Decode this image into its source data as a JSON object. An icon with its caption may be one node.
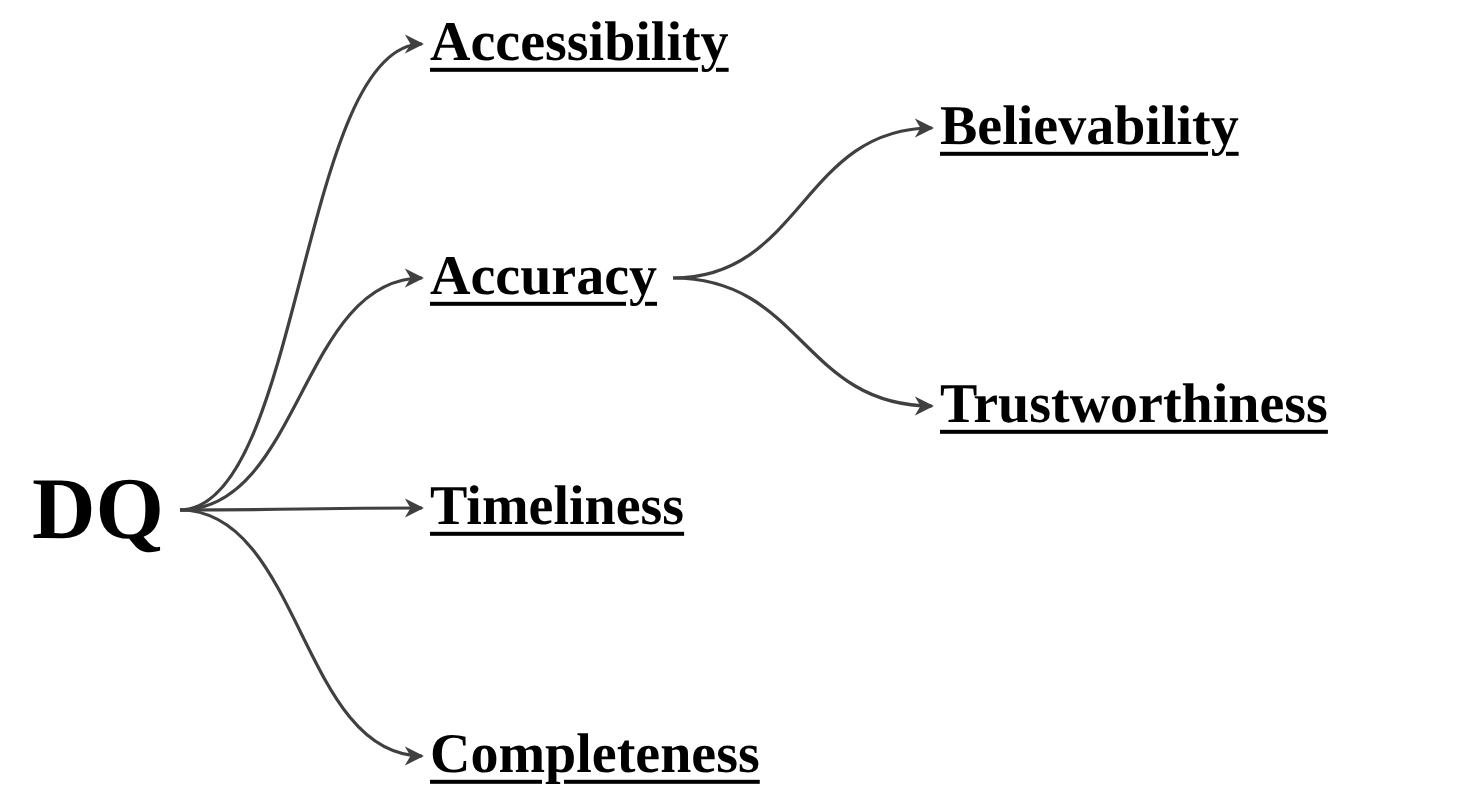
{
  "diagram": {
    "nodes": [
      {
        "text": [
          "DQ"
        ]
      },
      {
        "text": [
          "Accessibility"
        ]
      },
      {
        "text": [
          "Accuracy"
        ]
      },
      {
        "text": [
          "Believability"
        ]
      },
      {
        "text": [
          "Trustworthiness"
        ]
      },
      {
        "text": [
          "Timeliness"
        ]
      },
      {
        "text": [
          "Completeness"
        ]
      }
    ],
    "edges": [
      {
        "from": 0,
        "to": 1,
        "arrow": "to"
      },
      {
        "from": 0,
        "to": 2,
        "arrow": "to"
      },
      {
        "from": 0,
        "to": 5,
        "arrow": "to"
      },
      {
        "from": 0,
        "to": 6,
        "arrow": "to"
      },
      {
        "from": 2,
        "to": 3,
        "arrow": "to"
      },
      {
        "from": 2,
        "to": 4,
        "arrow": "to"
      }
    ]
  }
}
